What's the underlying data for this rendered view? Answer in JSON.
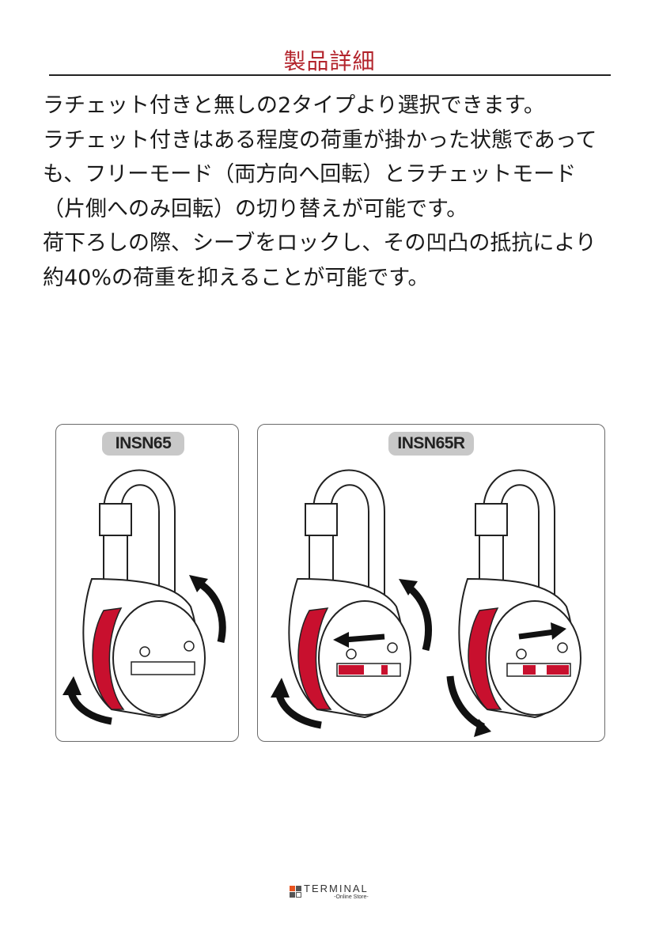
{
  "header": {
    "title": "製品詳細"
  },
  "description": {
    "lines": [
      "ラチェット付きと無しの2タイプより選択できます。",
      "ラチェット付きはある程度の荷重が掛かった状態であって",
      "も、フリーモード（両方向へ回転）とラチェットモード",
      "（片側へのみ回転）の切り替えが可能です。",
      "荷下ろしの際、シーブをロックし、その凹凸の抵抗により",
      "約40%の荷重を抑えることが可能です。"
    ]
  },
  "figures": {
    "left": {
      "label": "INSN65",
      "alt": "pulley-without-ratchet-free-rotation"
    },
    "right": {
      "label": "INSN65R",
      "alt": "pulley-with-ratchet-mode-switch"
    }
  },
  "colors": {
    "title": "#b3242c",
    "sheave_red": "#c8102e",
    "label_bg": "#c8c8c8",
    "logo_orange": "#e8531f"
  },
  "footer": {
    "logo_main": "TERMINAL",
    "logo_sub": "-Online Store-"
  }
}
